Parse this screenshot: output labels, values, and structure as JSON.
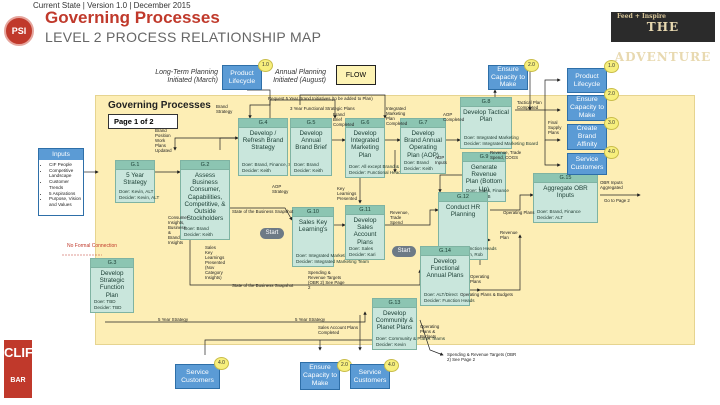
{
  "header": {
    "version": "Current State | Version 1.0 | December 2015",
    "title": "Governing Processes",
    "subtitle": "LEVEL 2 PROCESS RELATIONSHIP MAP",
    "logo_psi": "PSI",
    "adventure_small": "Feed + Inspire",
    "adventure": "THE ADVENTURE",
    "clif_big": "CLIF",
    "clif_bar": "BAR"
  },
  "panel": {
    "title": "Governing Processes",
    "page": "Page 1 of 2"
  },
  "flow_label": "FLOW",
  "inputs": {
    "title": "Inputs",
    "items": [
      "CIF People",
      "Competitive Landscape",
      "Customer Trends",
      "5 Aspirations",
      "Purpose, Vision and Values"
    ]
  },
  "colors": {
    "panel": "#fdeeb5",
    "node": "#c9e6dc",
    "node_header": "#8cc5b2",
    "external": "#5b9bd5",
    "badge": "#f7ef7d",
    "title": "#c0392b"
  },
  "nodes": [
    {
      "id": "G.1",
      "name": "5 Year Strategy",
      "owner": "Doer: Kevin, ALT\nDecider: Kevin, ALT"
    },
    {
      "id": "G.2",
      "name": "Assess Business Consumer, Capabilities, Competitive, & Outside Stockholders",
      "owner": "Doer: Brand\nDecider: Keith"
    },
    {
      "id": "G.3",
      "name": "Develop Strategic Function Plan",
      "owner": "Doer: TBD\nDecider: TBD"
    },
    {
      "id": "G.4",
      "name": "Develop / Refresh Brand Strategy",
      "owner": "Doer: Brand, Finance, Sales\nDecider: Keith"
    },
    {
      "id": "G.5",
      "name": "Develop Annual Brand Brief",
      "owner": "Doer: Brand\nDecider: Keith"
    },
    {
      "id": "G.6",
      "name": "Develop Integrated Marketing Plan",
      "owner": "Doer: All except Brand & Sales\nDecider: Functional Heads"
    },
    {
      "id": "G.7",
      "name": "Develop Brand Annual Operating Plan (AOP)",
      "owner": "Doer: Brand\nDecider: Keith"
    },
    {
      "id": "G.8",
      "name": "Develop Tactical Plan",
      "owner": "Doer: Integrated Marketing\nDecider: Integrated Marketing Board"
    },
    {
      "id": "G.9",
      "name": "Generate Revenue Plan (Bottom Up)",
      "owner": "Doer: Sales, Finance\nDecider: KB"
    },
    {
      "id": "G.10",
      "name": "Sales Key Learning's",
      "owner": "Doer: Integrated Marketing Team\nDecider: Integrated Marketing Team"
    },
    {
      "id": "G.11",
      "name": "Develop Sales Account Plans",
      "owner": "Doer: Sales\nDecider: Kari"
    },
    {
      "id": "G.12",
      "name": "Conduct HR Planning",
      "owner": "Doer: ALT, Function Heads\nDecider: Kevin, Rob"
    },
    {
      "id": "G.13",
      "name": "Develop Community & Planet Plans",
      "owner": "Doer: Community & Planet Teams\nDecider: Kevin"
    },
    {
      "id": "G.14",
      "name": "Develop Functional Annual Plans",
      "owner": "Doer: ALT/Direct\nDecider: Function Heads"
    },
    {
      "id": "G.15",
      "name": "Aggregate OBR Inputs",
      "owner": "Doer: Brand, Finance\nDecider: ALT"
    }
  ],
  "external": {
    "product_lifecycle_top": {
      "label": "Product Lifecycle",
      "badge": "1.0"
    },
    "ensure_capacity_top": {
      "label": "Ensure Capacity to Make",
      "badge": "2.0"
    },
    "right_product_lifecycle": {
      "label": "Product Lifecycle",
      "badge": "1.0"
    },
    "right_ensure_capacity": {
      "label": "Ensure Capacity to Make",
      "badge": "2.0"
    },
    "right_create_brand": {
      "label": "Create Brand Affinity",
      "badge": "3.0"
    },
    "right_service_customers": {
      "label": "Service Customers",
      "badge": "4.0"
    },
    "bottom_service_left": {
      "label": "Service Customers",
      "badge": "4.0"
    },
    "bottom_ensure_capacity": {
      "label": "Ensure Capacity to Make",
      "badge": "2.0"
    },
    "bottom_service_right": {
      "label": "Service Customers",
      "badge": "4.0"
    }
  },
  "italic_labels": {
    "long_term": "Long-Term Planning\nInitiated (March)",
    "annual": "Annual Planning\nInitiated (August)"
  },
  "start_label": "Start",
  "red_note": "No Formal Connection",
  "edge_labels": {
    "e1": "Request 5 Year Brand Initiatives (to be added to Plan)",
    "e2": "3 Year Functional Strategic Plans",
    "e3": "Brand Strategy",
    "e4": "Brand Position Work Plans Updated",
    "e5": "State of the Business Snapshot",
    "e6": "State of the Business Snapshot",
    "e7": "5 Year Strategy",
    "e8": "5 Year Strategy",
    "e9": "Tactical Plan Completed",
    "e10": "Revenue, Trade Spend, COGS",
    "e11": "Operating Plans",
    "e12": "OBR Inputs Aggregated",
    "e13": "Go to Page 2",
    "e14": "Operating Plans & Budgets",
    "e15": "Sales Account Plans Completed",
    "e16": "Operating Plans & Budgets",
    "e17": "Spending & Revenue Targets (OBR 2) See Page 2",
    "e18": "Spending & Revenue Targets (OBR 2) See Page 2",
    "e19": "Revenue, Trade Spend",
    "e20": "AOP Inputs",
    "e21": "AOP Completed",
    "e22": "Brand Brief Completed",
    "e23": "Integrated Marketing Plan Completed",
    "e24": "Final Supply Plans",
    "e25": "Consumer Insights, Business & Brand Insights",
    "e26": "Sales Key Learnings Presented (Nov Category Insights)",
    "e27": "Revenue Plan",
    "e28": "Operating Plans",
    "e29": "Key Learnings Presented",
    "e30": "AOP Strategy"
  }
}
